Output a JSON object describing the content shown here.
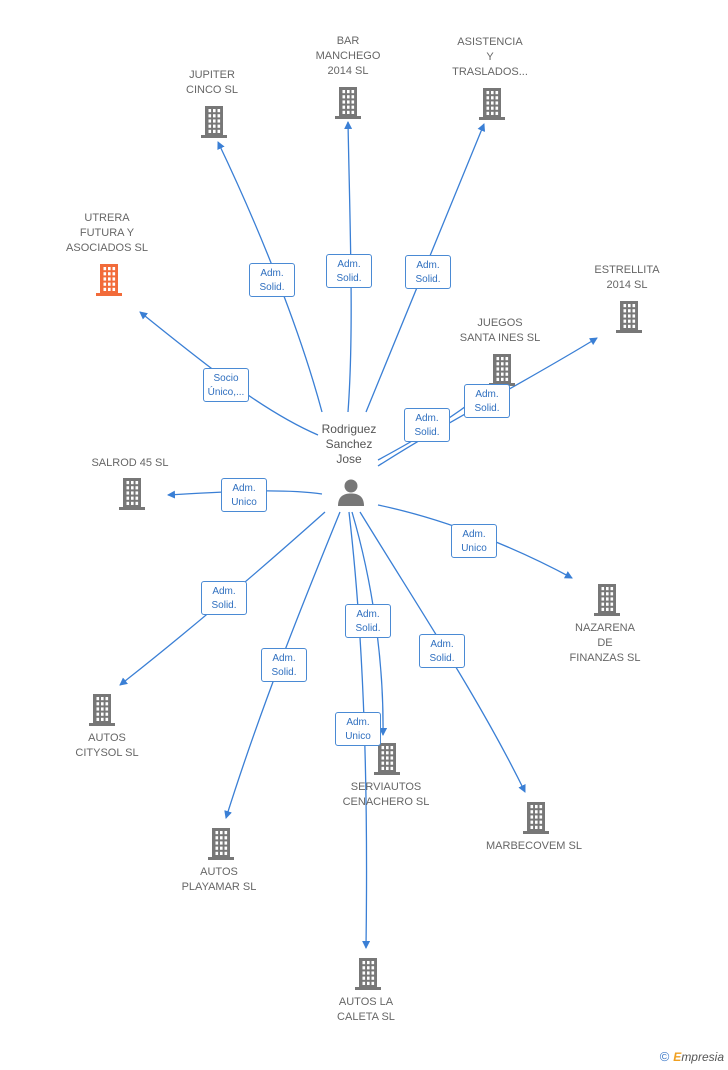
{
  "colors": {
    "edge": "#3a7fd5",
    "building": "#777777",
    "highlight": "#f26b3a"
  },
  "person": {
    "name": "Rodriguez\nSanchez\nJose",
    "icon": "person-icon"
  },
  "companies": [
    {
      "id": "jupiter",
      "label": "JUPITER\nCINCO SL"
    },
    {
      "id": "bar",
      "label": "BAR\nMANCHEGO\n2014  SL"
    },
    {
      "id": "asistencia",
      "label": "ASISTENCIA\nY\nTRASLADOS..."
    },
    {
      "id": "utrera",
      "label": "UTRERA\nFUTURA Y\nASOCIADOS SL",
      "highlight": true
    },
    {
      "id": "estrellita",
      "label": "ESTRELLITA\n2014  SL"
    },
    {
      "id": "juegos",
      "label": "JUEGOS\nSANTA INES SL"
    },
    {
      "id": "salrod",
      "label": "SALROD 45 SL"
    },
    {
      "id": "nazarena",
      "label": "NAZARENA\nDE\nFINANZAS SL"
    },
    {
      "id": "citysol",
      "label": "AUTOS\nCITYSOL  SL"
    },
    {
      "id": "serviautos",
      "label": "SERVIAUTOS\nCENACHERO  SL"
    },
    {
      "id": "marbecovem",
      "label": "MARBECOVEM SL"
    },
    {
      "id": "playamar",
      "label": "AUTOS\nPLAYAMAR  SL"
    },
    {
      "id": "caleta",
      "label": "AUTOS LA\nCALETA  SL"
    }
  ],
  "relations": [
    {
      "to": "jupiter",
      "label": "Adm.\nSolid."
    },
    {
      "to": "bar",
      "label": "Adm.\nSolid."
    },
    {
      "to": "asistencia",
      "label": "Adm.\nSolid."
    },
    {
      "to": "utrera",
      "label": "Socio\nÚnico,..."
    },
    {
      "to": "estrellita",
      "label": "Adm.\nSolid."
    },
    {
      "to": "juegos",
      "label": "Adm.\nSolid."
    },
    {
      "to": "salrod",
      "label": "Adm.\nUnico"
    },
    {
      "to": "nazarena",
      "label": "Adm.\nUnico"
    },
    {
      "to": "citysol",
      "label": "Adm.\nSolid."
    },
    {
      "to": "serviautos",
      "label": "Adm.\nSolid."
    },
    {
      "to": "marbecovem",
      "label": "Adm.\nSolid."
    },
    {
      "to": "playamar",
      "label": "Adm.\nSolid."
    },
    {
      "to": "caleta",
      "label": "Adm.\nUnico"
    }
  ],
  "footer": {
    "copyright": "©",
    "brand_initial": "E",
    "brand_rest": "mpresia"
  }
}
